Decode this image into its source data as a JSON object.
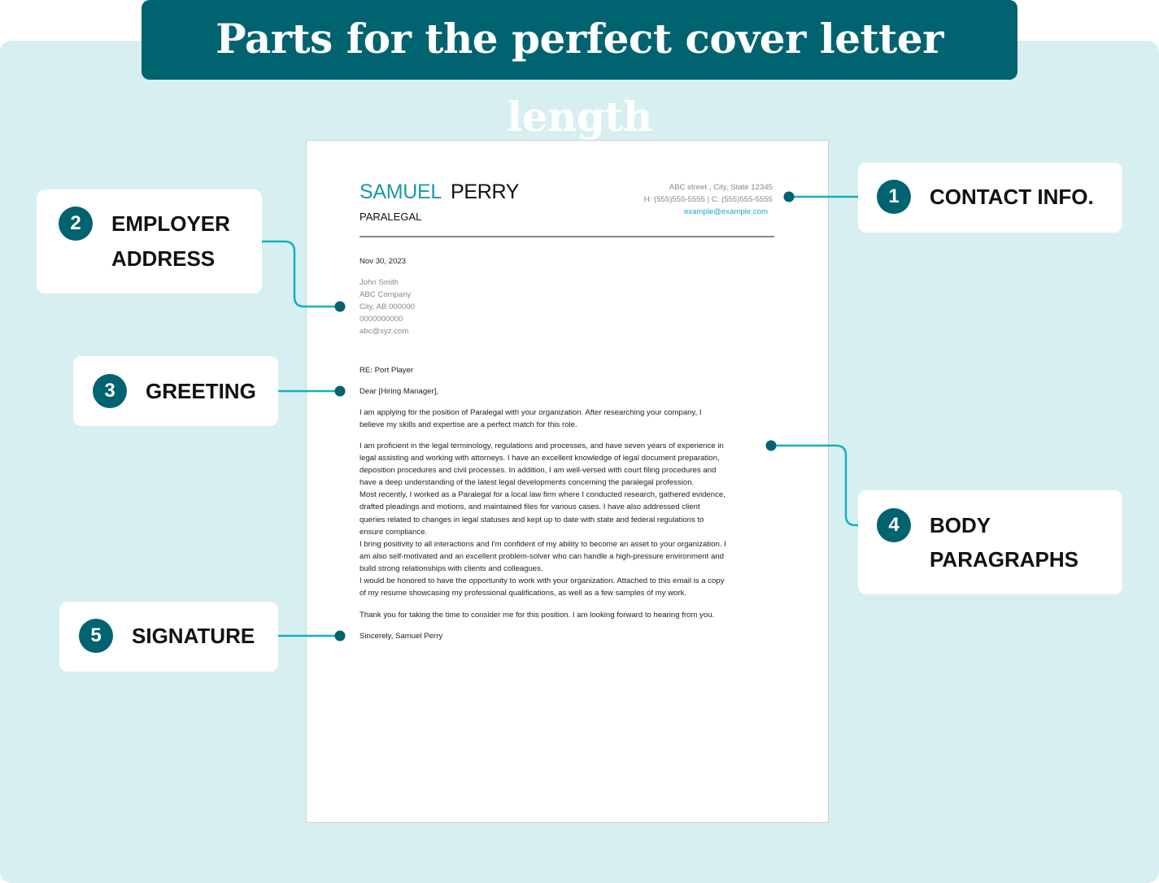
{
  "title": "Parts for the perfect cover letter length",
  "colors": {
    "brand": "#00636f",
    "background": "#d8eff1",
    "connector": "#12b1bd",
    "name_accent": "#1a9aa0",
    "email": "#1aa6d8"
  },
  "letter": {
    "first_name": "SAMUEL",
    "last_name": "PERRY",
    "job_title": "PARALEGAL",
    "address": "ABC street  , City, State  12345",
    "phones": "H: (555)555-5555   |   C: (555)555-5555",
    "email": "example@example.com",
    "date": "Nov 30, 2023",
    "recipient": [
      "John Smith",
      "ABC Company",
      "City, AB  000000",
      "0000000000",
      "abc@xyz.com"
    ],
    "re": "RE: Port Player",
    "greeting": "Dear [Hiring Manager],",
    "para1": [
      "I am applying for the position of Paralegal with your organization. After researching your company, I",
      "believe my skills and expertise are a perfect match for this role."
    ],
    "para2": [
      "I am proficient in the legal terminology, regulations and processes, and have seven years of experience in",
      "legal assisting and working with attorneys. I have an excellent knowledge of legal document preparation,",
      "deposition procedures and civil processes. In addition, I am well-versed with court filing procedures and",
      "have a deep understanding of the latest legal developments concerning the paralegal profession.",
      "Most recently, I worked as a Paralegal for a local law firm where I conducted research, gathered evidence,",
      "drafted pleadings and motions, and maintained files for various cases. I have also addressed client",
      "queries related to changes in legal statuses and kept up to date with state and federal regulations to",
      "ensure compliance.",
      "I bring positivity to all interactions and I'm confident of my ability to become an asset to your organization. I",
      "am also self-motivated and an excellent problem-solver who can handle a high-pressure environment and",
      "build strong relationships with clients and colleagues.",
      "I would be honored to have the opportunity to work with your organization. Attached to this email is a copy",
      "of my resume showcasing my professional qualifications, as well as a few samples of my work."
    ],
    "closing_para": "Thank you for taking the time to consider me for this position. I am looking forward to hearing from you.",
    "signoff": "Sincerely, Samuel Perry"
  },
  "callouts": [
    {
      "number": "1",
      "label": [
        "CONTACT INFO."
      ]
    },
    {
      "number": "2",
      "label": [
        "EMPLOYER",
        "ADDRESS"
      ]
    },
    {
      "number": "3",
      "label": [
        "GREETING"
      ]
    },
    {
      "number": "4",
      "label": [
        "BODY",
        "PARAGRAPHS"
      ]
    },
    {
      "number": "5",
      "label": [
        "SIGNATURE"
      ]
    }
  ]
}
